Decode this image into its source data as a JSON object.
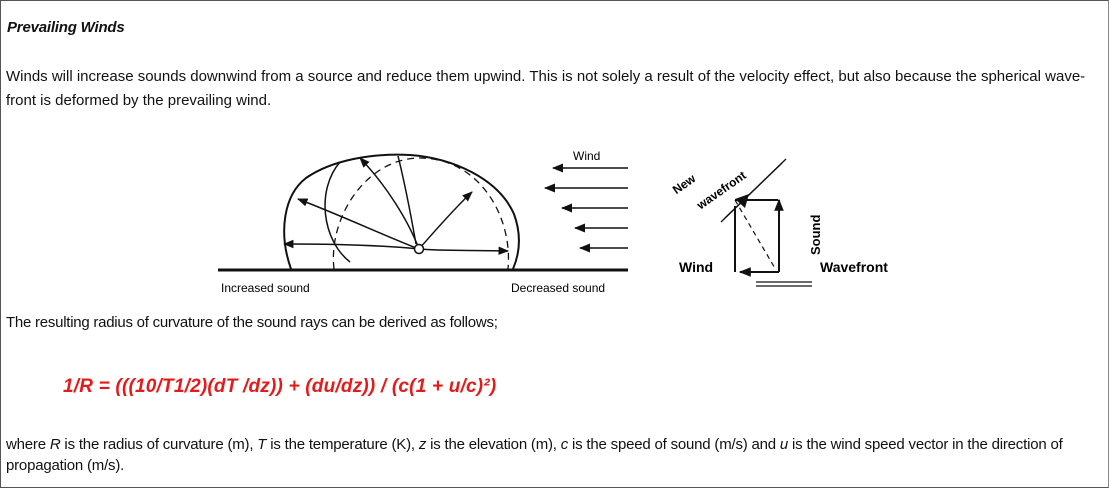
{
  "doc": {
    "title": "Prevailing Winds",
    "intro": "Winds will increase sounds downwind from a source and reduce them upwind. This is not solely a result of the velocity effect, but also because the spherical wave-front is deformed by the prevailing wind.",
    "lead": "The resulting radius of curvature of the sound rays can be derived as follows;",
    "formula": "1/R = (((10/T1/2)(dT /dz)) + (du/dz)) / (c(1 + u/c)²)",
    "formula_color": "#e31b1b",
    "where": [
      {
        "t": "where ",
        "i": false
      },
      {
        "t": "R",
        "i": true
      },
      {
        "t": " is the radius of curvature (m), ",
        "i": false
      },
      {
        "t": "T",
        "i": true
      },
      {
        "t": " is the temperature (K), ",
        "i": false
      },
      {
        "t": "z",
        "i": true
      },
      {
        "t": " is the elevation (m), ",
        "i": false
      },
      {
        "t": "c",
        "i": true
      },
      {
        "t": " is the speed of sound (m/s) and ",
        "i": false
      },
      {
        "t": "u",
        "i": true
      },
      {
        "t": " is the wind speed vector in the direction of propagation (m/s).",
        "i": false
      }
    ]
  },
  "figure": {
    "wind_label": "Wind",
    "increased_label": "Increased sound",
    "decreased_label": "Decreased sound",
    "new_wavefront_label_1": "New",
    "new_wavefront_label_2": "wavefront",
    "sound_label": "Sound",
    "wind_vector_label": "Wind",
    "wavefront_label": "Wavefront"
  }
}
